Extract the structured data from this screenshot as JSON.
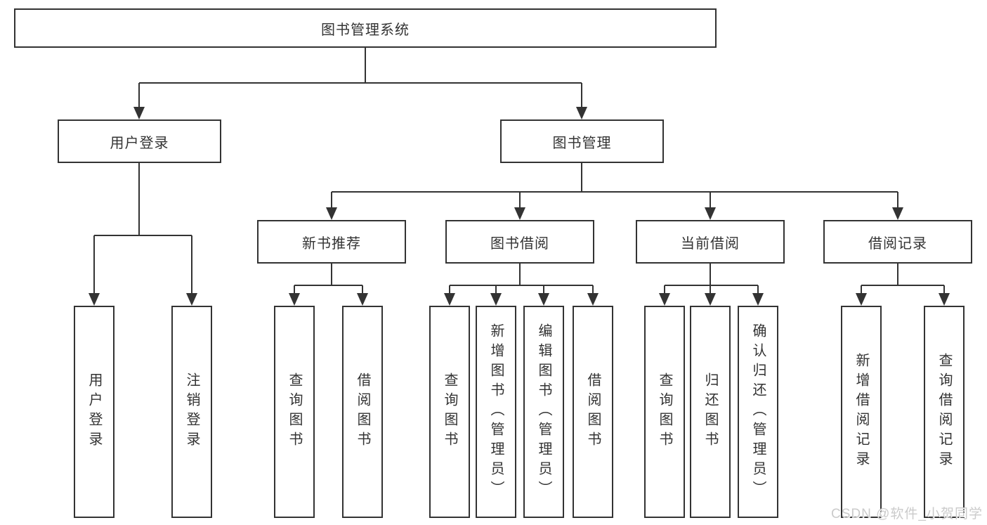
{
  "diagram": {
    "type": "hierarchy-tree",
    "title": "图书管理系统",
    "colors": {
      "line": "#333333",
      "box_border": "#333333",
      "box_bg": "#ffffff",
      "text": "#333333",
      "watermark": "#cbcbcb"
    },
    "tree": {
      "root": {
        "label": "图书管理系统"
      },
      "children": [
        {
          "label": "用户登录",
          "children": [
            {
              "label": "用户登录"
            },
            {
              "label": "注销登录"
            }
          ]
        },
        {
          "label": "图书管理",
          "children": [
            {
              "label": "新书推荐",
              "children": [
                {
                  "label": "查询图书"
                },
                {
                  "label": "借阅图书"
                }
              ]
            },
            {
              "label": "图书借阅",
              "children": [
                {
                  "label": "查询图书"
                },
                {
                  "label": "新增图书（管理员）"
                },
                {
                  "label": "编辑图书（管理员）"
                },
                {
                  "label": "借阅图书"
                }
              ]
            },
            {
              "label": "当前借阅",
              "children": [
                {
                  "label": "查询图书"
                },
                {
                  "label": "归还图书"
                },
                {
                  "label": "确认归还（管理员）"
                }
              ]
            },
            {
              "label": "借阅记录",
              "children": [
                {
                  "label": "新增借阅记录"
                },
                {
                  "label": "查询借阅记录"
                }
              ]
            }
          ]
        }
      ]
    }
  },
  "watermark": {
    "text": "CSDN @软件_小贺同学"
  }
}
